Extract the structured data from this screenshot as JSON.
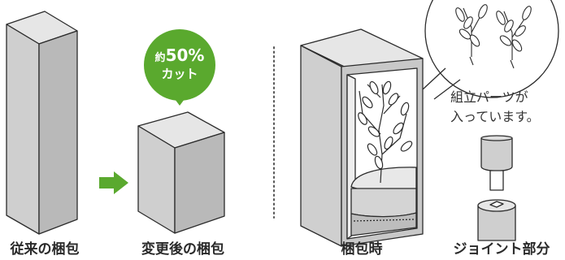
{
  "colors": {
    "box_front": "#cfcfcf",
    "box_side": "#b9b9b9",
    "box_top": "#e6e6e6",
    "outline": "#2b2b2b",
    "accent_green": "#5aa92e"
  },
  "captions": {
    "conventional": "従来の梱包",
    "after_change": "変更後の梱包",
    "when_packed": "梱包時",
    "joint": "ジョイント部分"
  },
  "badge": {
    "line1_prefix": "約",
    "line1_value": "50%",
    "line2": "カット"
  },
  "note": {
    "line1": "組立パーツが",
    "line2": "入っています。"
  },
  "icons": [
    "arrow-right-icon",
    "dotted-divider",
    "magnify-bubble",
    "tree-icon",
    "joint-connector-icon"
  ]
}
